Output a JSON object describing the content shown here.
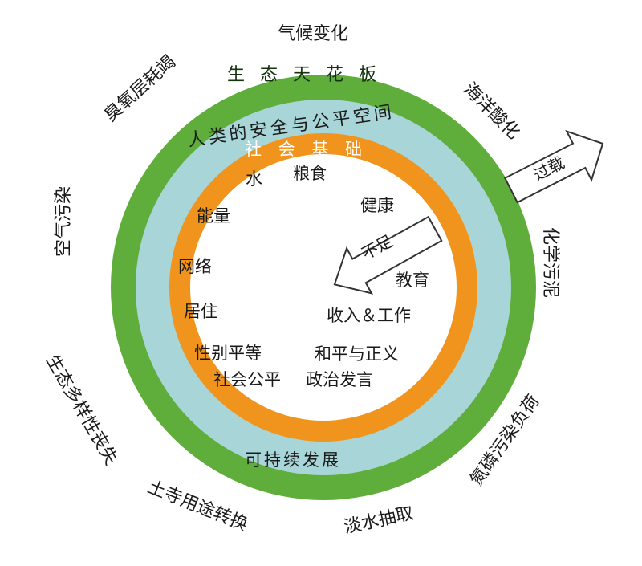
{
  "colors": {
    "green_ring": "#5fae3c",
    "safe_space": "#a8d6d8",
    "orange_ring": "#f0941e",
    "core": "#ffffff",
    "arrow_fill": "#ffffff",
    "arrow_stroke": "#333333"
  },
  "rings": {
    "ceiling": "生 态 天 花 板",
    "safe_space": "人类的安全与公平空间",
    "foundation": "社 会 基 础",
    "sustainable": "可持续发展"
  },
  "arrows": {
    "overshoot": "过载",
    "shortfall": "不足"
  },
  "ecological_ceiling": {
    "climate_change": "气候变化",
    "ocean_acidification": "海洋酸化",
    "chemical_pollution": "化学污泥",
    "nitrogen_phosphorus": "氮磷污染负荷",
    "freshwater": "淡水抽取",
    "land_use": "土寺用途转换",
    "biodiversity": "生态多样性丧失",
    "air_pollution": "空气污染",
    "ozone": "臭氧层耗竭"
  },
  "social_foundation": {
    "water": "水",
    "food": "粮食",
    "health": "健康",
    "energy": "能量",
    "network": "网络",
    "education": "教育",
    "housing": "居住",
    "income_work": "收入＆工作",
    "gender_equality": "性别平等",
    "peace_justice": "和平与正义",
    "social_equity": "社会公平",
    "political_voice": "政治发言"
  }
}
